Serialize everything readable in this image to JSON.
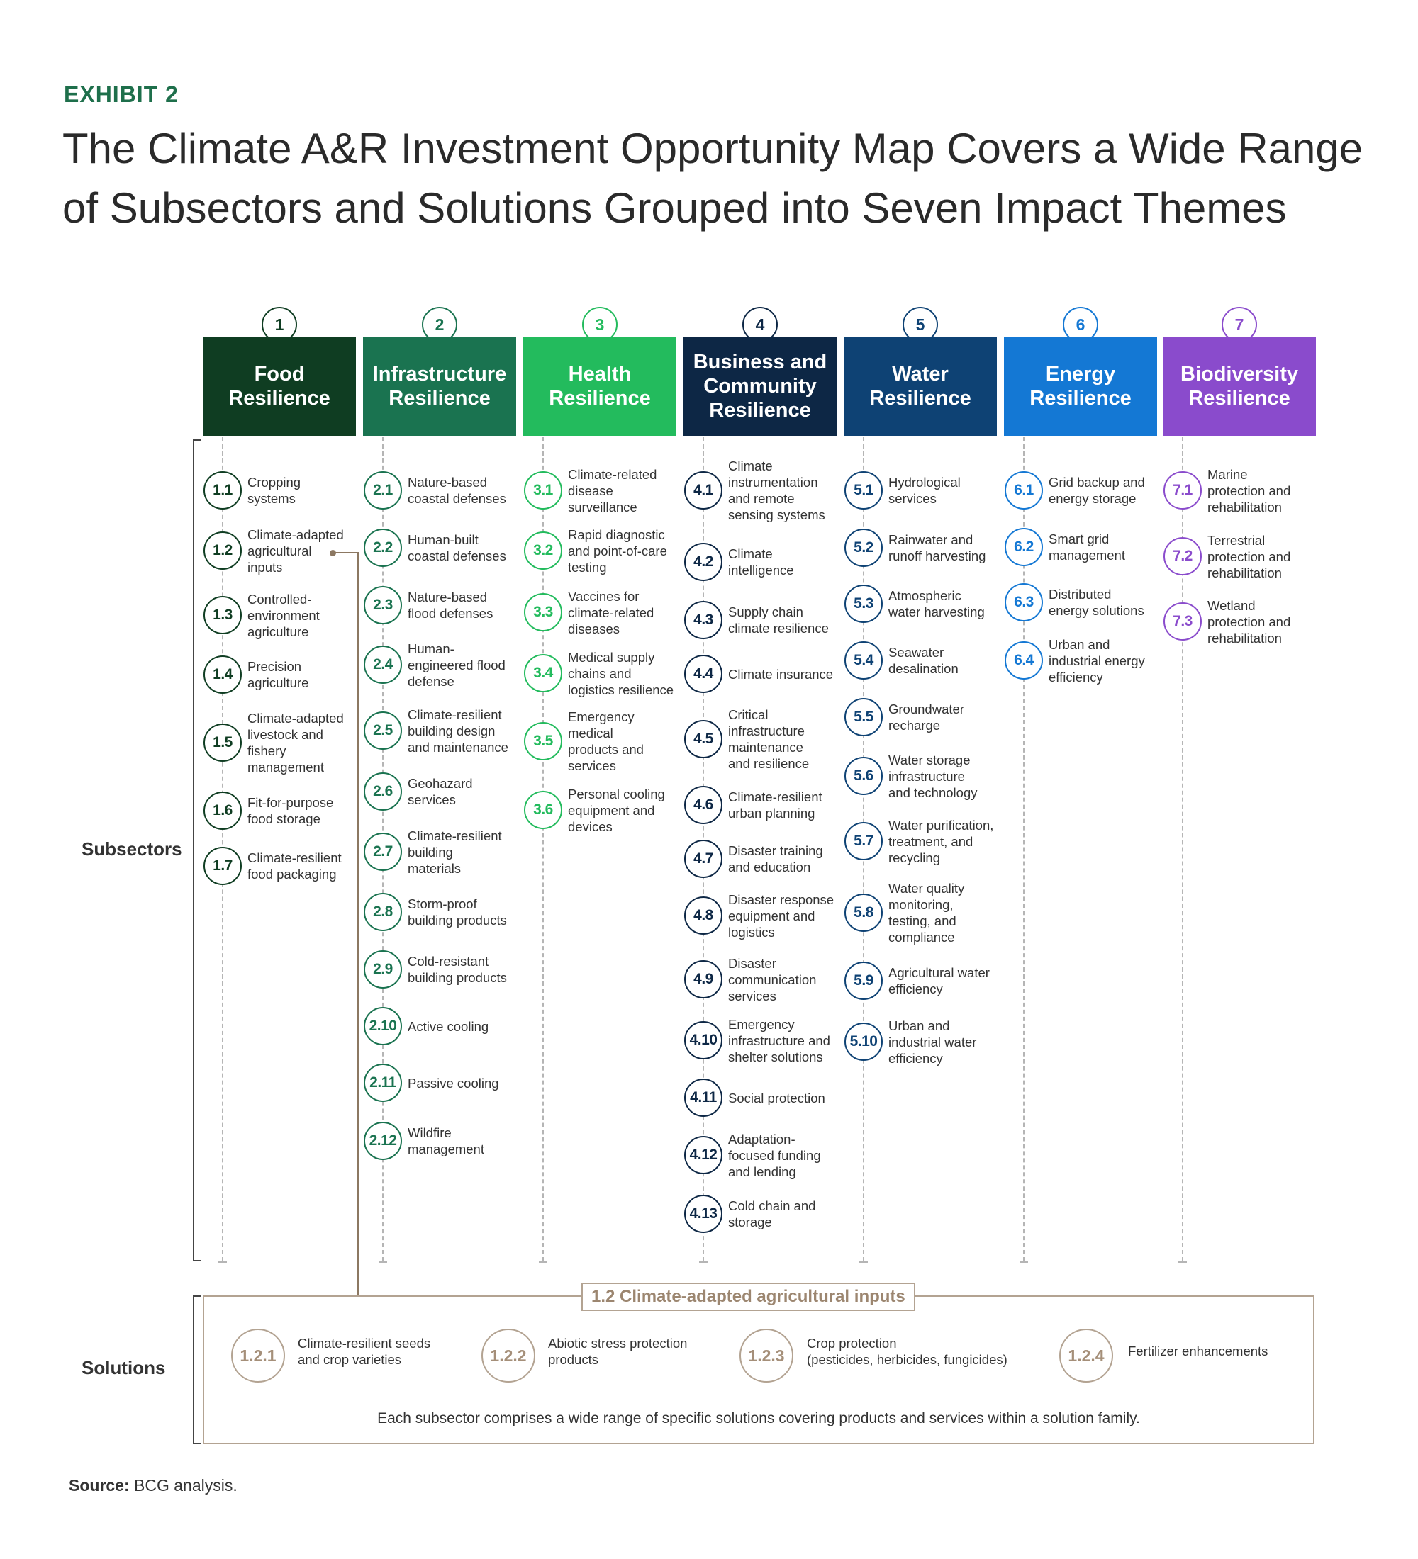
{
  "exhibit": "EXHIBIT 2",
  "title": "The Climate A&R Investment Opportunity Map Covers a Wide Range of Subsectors and Solutions Grouped into Seven Impact Themes",
  "labels": {
    "subsectors": "Subsectors",
    "solutions": "Solutions"
  },
  "themes": [
    {
      "num": "1",
      "name": "Food Resilience",
      "color": "#0f3d22",
      "ring": "#0f3d22",
      "subsectors": [
        {
          "id": "1.1",
          "label": "Cropping\nsystems"
        },
        {
          "id": "1.2",
          "label": "Climate-adapted\nagricultural\ninputs"
        },
        {
          "id": "1.3",
          "label": "Controlled-\nenvironment\nagriculture"
        },
        {
          "id": "1.4",
          "label": "Precision\nagriculture"
        },
        {
          "id": "1.5",
          "label": "Climate-adapted\nlivestock and\nfishery\nmanagement"
        },
        {
          "id": "1.6",
          "label": "Fit-for-purpose\nfood storage"
        },
        {
          "id": "1.7",
          "label": "Climate-resilient\nfood packaging"
        }
      ]
    },
    {
      "num": "2",
      "name": "Infrastructure Resilience",
      "color": "#1a7350",
      "ring": "#1a7350",
      "subsectors": [
        {
          "id": "2.1",
          "label": "Nature-based\ncoastal defenses"
        },
        {
          "id": "2.2",
          "label": "Human-built\ncoastal defenses"
        },
        {
          "id": "2.3",
          "label": "Nature-based\nflood defenses"
        },
        {
          "id": "2.4",
          "label": "Human-\nengineered flood\ndefense"
        },
        {
          "id": "2.5",
          "label": "Climate-resilient\nbuilding design\nand maintenance"
        },
        {
          "id": "2.6",
          "label": "Geohazard\nservices"
        },
        {
          "id": "2.7",
          "label": "Climate-resilient\nbuilding\nmaterials"
        },
        {
          "id": "2.8",
          "label": "Storm-proof\nbuilding products"
        },
        {
          "id": "2.9",
          "label": "Cold-resistant\nbuilding products"
        },
        {
          "id": "2.10",
          "label": "Active cooling"
        },
        {
          "id": "2.11",
          "label": "Passive cooling"
        },
        {
          "id": "2.12",
          "label": "Wildfire\nmanagement"
        }
      ]
    },
    {
      "num": "3",
      "name": "Health Resilience",
      "color": "#23bb5d",
      "ring": "#23bb5d",
      "subsectors": [
        {
          "id": "3.1",
          "label": "Climate-related\ndisease\nsurveillance"
        },
        {
          "id": "3.2",
          "label": "Rapid diagnostic\nand point-of-care\ntesting"
        },
        {
          "id": "3.3",
          "label": "Vaccines for\nclimate-related\ndiseases"
        },
        {
          "id": "3.4",
          "label": "Medical supply\nchains and\nlogistics resilience"
        },
        {
          "id": "3.5",
          "label": "Emergency\nmedical\nproducts and\nservices"
        },
        {
          "id": "3.6",
          "label": "Personal cooling\nequipment and\ndevices"
        }
      ]
    },
    {
      "num": "4",
      "name": "Business and Community Resilience",
      "color": "#0d2745",
      "ring": "#0d2745",
      "subsectors": [
        {
          "id": "4.1",
          "label": "Climate\ninstrumentation\nand remote\nsensing systems"
        },
        {
          "id": "4.2",
          "label": "Climate\nintelligence"
        },
        {
          "id": "4.3",
          "label": "Supply chain\nclimate resilience"
        },
        {
          "id": "4.4",
          "label": "Climate insurance"
        },
        {
          "id": "4.5",
          "label": "Critical\ninfrastructure\nmaintenance\nand resilience"
        },
        {
          "id": "4.6",
          "label": "Climate-resilient\nurban planning"
        },
        {
          "id": "4.7",
          "label": "Disaster training\nand education"
        },
        {
          "id": "4.8",
          "label": "Disaster response\nequipment and\nlogistics"
        },
        {
          "id": "4.9",
          "label": "Disaster\ncommunication\nservices"
        },
        {
          "id": "4.10",
          "label": "Emergency\ninfrastructure and\nshelter solutions"
        },
        {
          "id": "4.11",
          "label": "Social protection"
        },
        {
          "id": "4.12",
          "label": "Adaptation-\nfocused funding\nand lending"
        },
        {
          "id": "4.13",
          "label": "Cold chain and\nstorage"
        }
      ]
    },
    {
      "num": "5",
      "name": "Water Resilience",
      "color": "#0e4274",
      "ring": "#0e4274",
      "subsectors": [
        {
          "id": "5.1",
          "label": "Hydrological\nservices"
        },
        {
          "id": "5.2",
          "label": "Rainwater and\nrunoff harvesting"
        },
        {
          "id": "5.3",
          "label": "Atmospheric\nwater harvesting"
        },
        {
          "id": "5.4",
          "label": "Seawater\ndesalination"
        },
        {
          "id": "5.5",
          "label": "Groundwater\nrecharge"
        },
        {
          "id": "5.6",
          "label": "Water storage\ninfrastructure\nand technology"
        },
        {
          "id": "5.7",
          "label": "Water purification,\ntreatment, and\nrecycling"
        },
        {
          "id": "5.8",
          "label": "Water quality\nmonitoring,\ntesting, and\ncompliance"
        },
        {
          "id": "5.9",
          "label": "Agricultural water\nefficiency"
        },
        {
          "id": "5.10",
          "label": "Urban and\nindustrial water\nefficiency"
        }
      ]
    },
    {
      "num": "6",
      "name": "Energy Resilience",
      "color": "#1478d4",
      "ring": "#1478d4",
      "subsectors": [
        {
          "id": "6.1",
          "label": "Grid backup and\nenergy storage"
        },
        {
          "id": "6.2",
          "label": "Smart grid\nmanagement"
        },
        {
          "id": "6.3",
          "label": "Distributed\nenergy solutions"
        },
        {
          "id": "6.4",
          "label": "Urban and\nindustrial energy\nefficiency"
        }
      ]
    },
    {
      "num": "7",
      "name": "Biodiversity Resilience",
      "color": "#8a4bcc",
      "ring": "#8a4bcc",
      "subsectors": [
        {
          "id": "7.1",
          "label": "Marine\nprotection and\nrehabilitation"
        },
        {
          "id": "7.2",
          "label": "Terrestrial\nprotection and\nrehabilitation"
        },
        {
          "id": "7.3",
          "label": "Wetland\nprotection and\nrehabilitation"
        }
      ]
    }
  ],
  "solutions": {
    "title": "1.2 Climate-adapted agricultural inputs",
    "items": [
      {
        "id": "1.2.1",
        "label": "Climate-resilient seeds\nand crop varieties"
      },
      {
        "id": "1.2.2",
        "label": "Abiotic stress protection\nproducts"
      },
      {
        "id": "1.2.3",
        "label": "Crop protection\n(pesticides, herbicides, fungicides)"
      },
      {
        "id": "1.2.4",
        "label": "Fertilizer enhancements"
      }
    ],
    "note": "Each subsector comprises a wide range of specific solutions covering products and services within a solution family."
  },
  "source": {
    "label": "Source:",
    "text": "BCG analysis."
  }
}
